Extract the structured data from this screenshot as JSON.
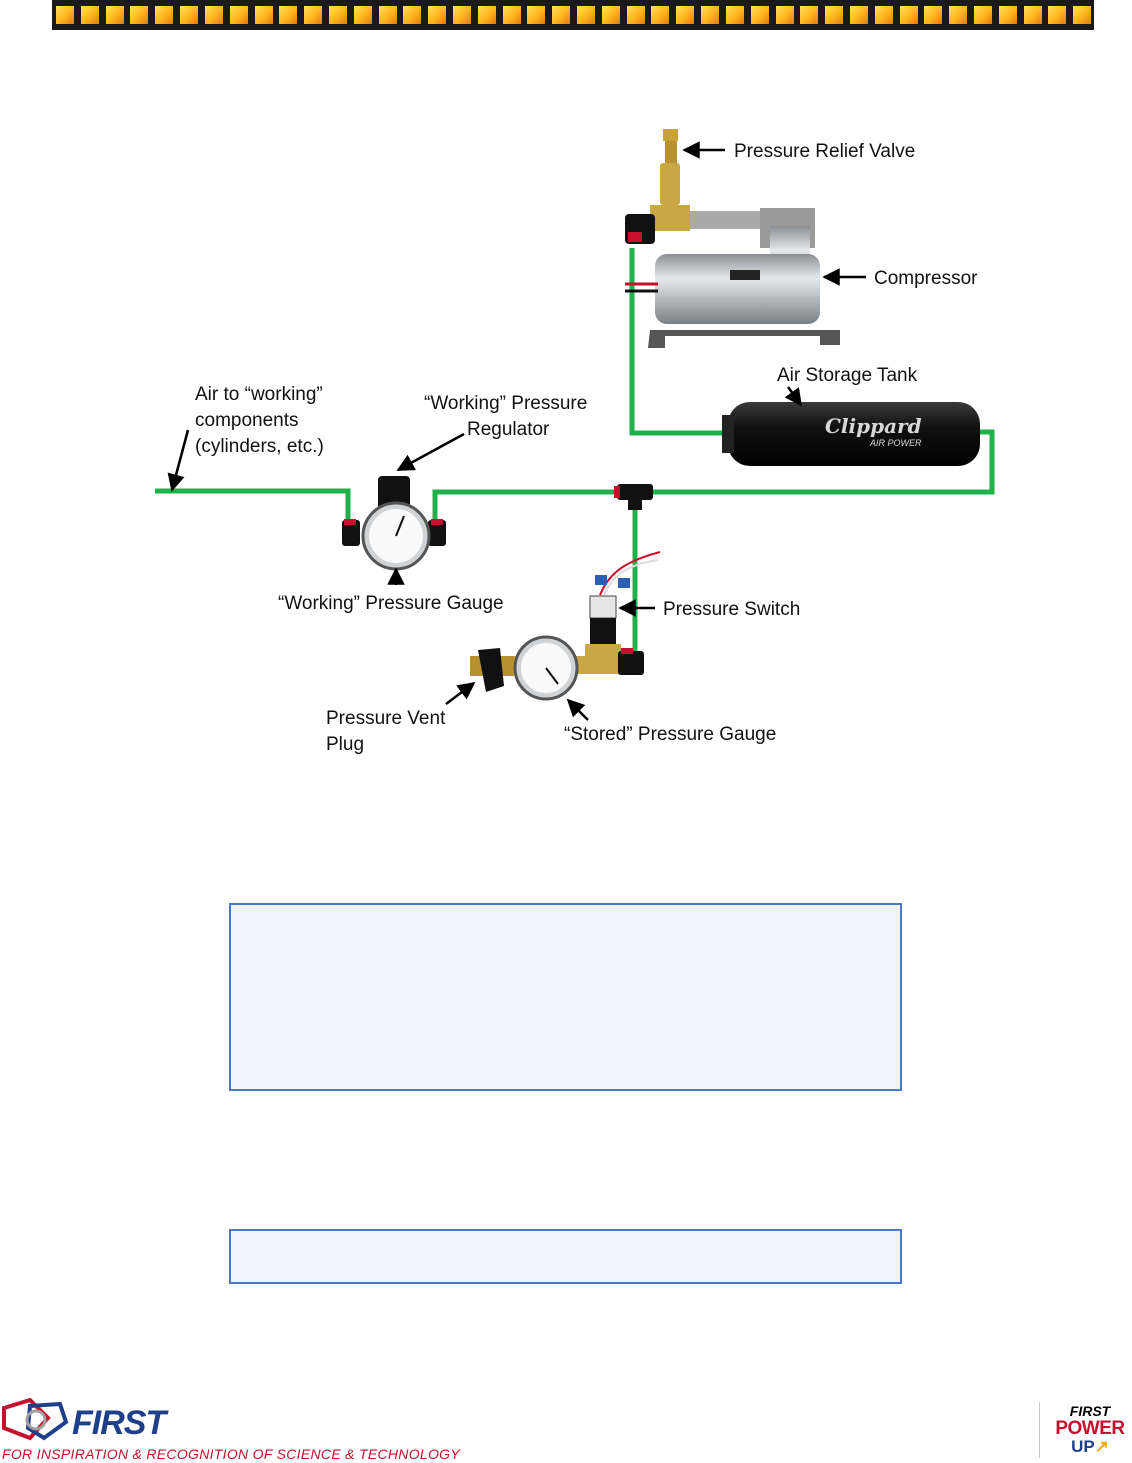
{
  "diagram": {
    "labels": {
      "relief_valve": "Pressure Relief Valve",
      "compressor": "Compressor",
      "tank": "Air Storage Tank",
      "air_working_1": "Air to “working”",
      "air_working_2": "components",
      "air_working_3": "(cylinders, etc.)",
      "regulator_1": "“Working” Pressure",
      "regulator_2": "Regulator",
      "working_gauge": "“Working” Pressure Gauge",
      "pressure_switch": "Pressure Switch",
      "vent_plug_1": "Pressure Vent",
      "vent_plug_2": "Plug",
      "stored_gauge": "“Stored” Pressure Gauge"
    },
    "tank_brand": "Clippard",
    "tank_sub": "AIR POWER",
    "colors": {
      "tubing": "#1fb24a",
      "box_border": "#4a78c2",
      "box_fill": "#eef3fc"
    }
  },
  "footer": {
    "first_logo": "FIRST",
    "first_tagline": "FOR INSPIRATION & RECOGNITION OF SCIENCE & TECHNOLOGY",
    "game_logo_first": "FIRST",
    "game_logo_power": "POWER",
    "game_logo_up": "UP"
  }
}
